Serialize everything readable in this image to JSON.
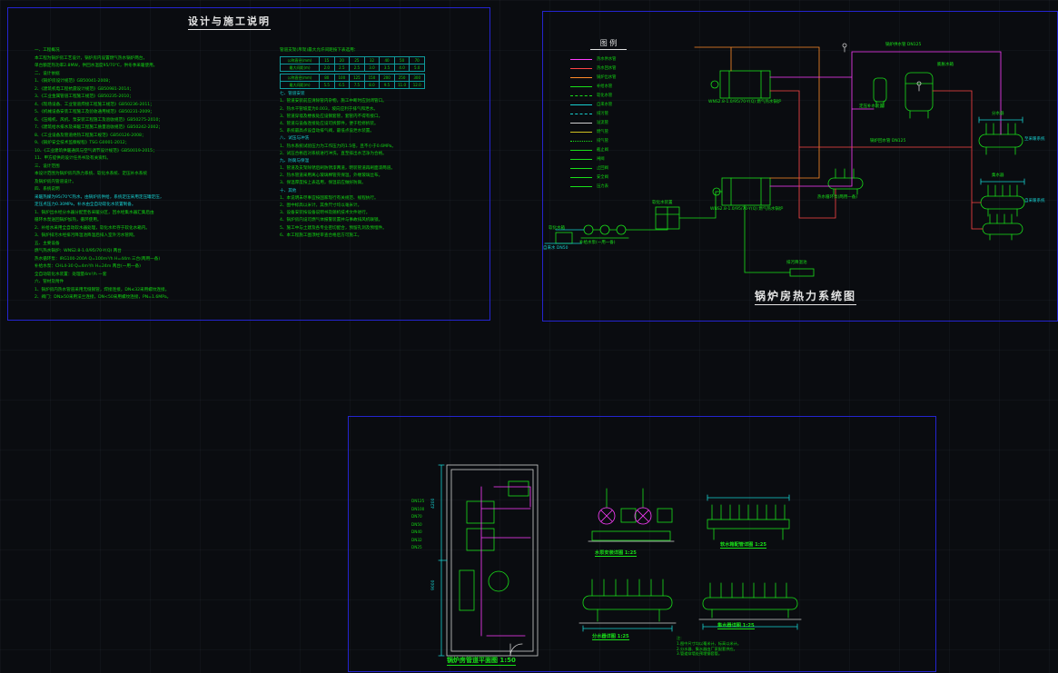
{
  "canvas": {
    "background": "#0a0c10",
    "frame_color": "#2424cf",
    "green": "#19e019",
    "cyan": "#17cfcf",
    "magenta": "#ff3dff",
    "red": "#ff4545",
    "orange": "#ff8c28",
    "white": "#cfcfcf"
  },
  "notes": {
    "title": "设计与施工说明",
    "col1": [
      "一、工程概况",
      "    本工程为锅炉房工艺设计，锅炉房内设置燃气热水锅炉两台，",
      "单台额定热功率2.8MW，供回水温度95/70℃，供冬季采暖使用。",
      "二、设计依据",
      "1、《锅炉房设计规范》GB50041-2008；",
      "2、《建筑机电工程抗震设计规范》GB50981-2014；",
      "3、《工业金属管道工程施工规范》GB50235-2010；",
      "4、《现场设备、工业管道焊接工程施工规范》GB50236-2011；",
      "5、《机械设备安装工程施工及验收通用规范》GB50231-2009；",
      "6、《压缩机、风机、泵安装工程施工及验收规范》GB50275-2010；",
      "7、《建筑给水排水及采暖工程施工质量验收规范》GB50242-2002；",
      "8、《工业设备及管道绝热工程施工规范》GB50126-2008；",
      "9、《锅炉安全技术监察规程》TSG G0001-2012；",
      "10、《工业建筑供暖通风与空气调节设计规范》GB50019-2015；",
      "11、甲方提供的设计任务书及有关资料。",
      "三、设计范围",
      "    本设计范围为锅炉房内热力系统、软化水系统、定压补水系统",
      "及锅炉房内管道设计。",
      "四、系统说明",
      "    采暖热媒为95/70℃热水，由锅炉房供给，系统定压采用定压罐定压，",
      "定压点压力0.30MPa，补水由全自动软化水装置制备。",
      "1、锅炉出水经分水器分配至各采暖分区，回水经集水器汇集后由",
      "循环水泵送回锅炉加热，循环使用。",
      "2、补给水采用全自动软水器处理，软化水贮存于软化水箱内。",
      "3、锅炉排污水经排污降温池降温后排入室外污水管网。",
      "五、主要设备",
      "    燃气热水锅炉：WNS2.8-1.0/95/70-Y(Q)  两台",
      "    热水循环泵：IRG100-200A  Q=100m³/h  H=44m  三台(两用一备)",
      "    补给水泵：CHL4-30  Q=4m³/h  H=24m  两台(一用一备)",
      "    全自动软化水装置：处理量4m³/h  一套",
      "六、管材及附件",
      "1、锅炉房内热水管道采用无缝钢管，焊接连接，DN≤32采用螺纹连接。",
      "2、阀门：DN≥50采用法兰连接，DN<50采用螺纹连接，PN=1.6MPa。"
    ],
    "col2_intro": "    管道支架(吊架)最大允许间距按下表选用：",
    "table1": [
      [
        "公称直径(mm)",
        "15",
        "20",
        "25",
        "32",
        "40",
        "50",
        "70"
      ],
      [
        "最大间距(m)",
        "2.0",
        "2.5",
        "2.5",
        "3.0",
        "3.5",
        "4.0",
        "5.0"
      ]
    ],
    "table2": [
      [
        "公称直径(mm)",
        "80",
        "100",
        "125",
        "150",
        "200",
        "250",
        "300"
      ],
      [
        "最大间距(m)",
        "5.5",
        "6.5",
        "7.5",
        "8.0",
        "9.5",
        "11.0",
        "12.0"
      ]
    ],
    "col2": [
      "七、管道安装",
      "1、管道安装前应清除管内杂物，施工中断时应封闭管口。",
      "2、热水干管坡度为0.003，坡向应利于排气和泄水。",
      "3、管道穿墙及楼板处应设钢套管，套管内不得有接口。",
      "4、管道与设备连接处应设可拆卸件，便于检修拆装。",
      "5、系统最高点设自动排气阀，最低点设泄水装置。",
      "八、试压与冲洗",
      "1、热水系统试验压力为工作压力的1.5倍，且不小于0.6MPa。",
      "2、试压合格后对系统进行冲洗，直至排出水洁净为合格。",
      "九、防腐与保温",
      "1、管道及支架除锈后刷防锈漆两道，明装管道再刷面漆两道。",
      "2、热水管道采用离心玻璃棉管壳保温，外缠玻璃丝布。",
      "3、保温厚度按上表选用，保温前应做好防腐。",
      "十、其他",
      "1、本说明未尽事宜按国家现行有关规范、规程执行。",
      "2、图中标高以米计，其余尺寸均以毫米计。",
      "3、设备安装按设备说明书及随机技术文件进行。",
      "4、锅炉房内设可燃气体报警装置并与事故排风机联锁。",
      "5、施工中与土建及各专业密切配合，预留孔洞及预埋件。",
      "6、本工程施工图须经审查合格后方可施工。"
    ]
  },
  "system": {
    "legend_title": "图  例",
    "legend": [
      "热水供水管",
      "热水回水管",
      "锅炉出水管",
      "补给水管",
      "软化水管",
      "自来水管",
      "排污管",
      "溢流管",
      "燃气管",
      "排气管",
      "截止阀",
      "闸阀",
      "止回阀",
      "安全阀",
      "压力表"
    ],
    "labels": [
      "膨胀水箱",
      "定压补水装置",
      "WNS2.8-1.0/95/70-Y(Q) 燃气热水锅炉",
      "WNS2.8-1.0/95/70-Y(Q) 燃气热水锅炉",
      "热水循环泵(两用一备)",
      "软化水装置",
      "软化水箱",
      "补给水泵(一用一备)",
      "分水器",
      "集水器",
      "至采暖系统",
      "自采暖系统",
      "锅炉供水管 DN125",
      "锅炉回水管 DN125",
      "排污降温池",
      "自来水 DN50"
    ],
    "title": "锅炉房热力系统图"
  },
  "plan": {
    "title": "锅炉房管道平面图 1:50",
    "detail_titles": [
      "水泵安装详图 1:25",
      "软水箱配管详图 1:25",
      "分水器详图 1:25",
      "集水器详图 1:25"
    ],
    "notes": [
      "注:",
      "1.图中尺寸均以毫米计，标高以米计。",
      "2.分水器、集水器由厂家配套供应。",
      "3.管道穿墙处预埋钢套管。"
    ],
    "dims": [
      "9000",
      "4200"
    ],
    "left_labels": [
      "DN125",
      "DN100",
      "DN70",
      "DN50",
      "DN40",
      "DN32",
      "DN25"
    ]
  }
}
